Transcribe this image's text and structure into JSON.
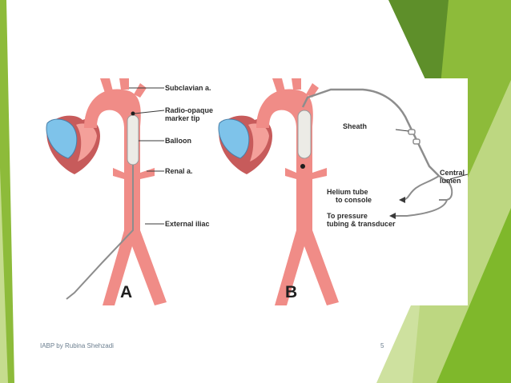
{
  "figure": {
    "panel_a": {
      "letter": "A",
      "labels": {
        "subclavian": "Subclavian a.",
        "marker_tip_1": "Radio-opaque",
        "marker_tip_2": "marker tip",
        "balloon": "Balloon",
        "renal": "Renal a.",
        "external_iliac": "External iliac"
      }
    },
    "panel_b": {
      "letter": "B",
      "labels": {
        "sheath": "Sheath",
        "central_1": "Central",
        "central_2": "lumen",
        "helium_1": "Helium tube",
        "helium_2": "to console",
        "pressure_1": "To pressure",
        "pressure_2": "tubing & transducer"
      }
    }
  },
  "footer": {
    "left_text": "IABP by Rubina Shehzadi",
    "page_number": "5"
  },
  "colors": {
    "background": "#ffffff",
    "green_light": "#c5dc8e",
    "green_mid": "#8dbb3a",
    "green_dark": "#5e8f2a",
    "artery": "#f08c87",
    "heart_blue": "#7ec3ea",
    "balloon": "#ecebe6"
  }
}
